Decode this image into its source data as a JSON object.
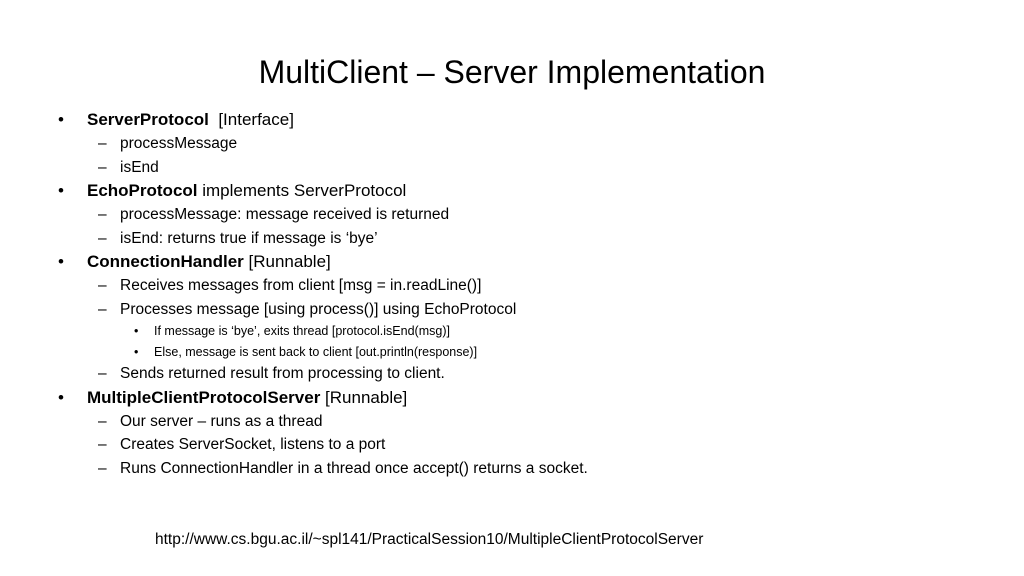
{
  "title": "MultiClient – Server Implementation",
  "glyphs": {
    "bullet": "•",
    "dash": "–"
  },
  "items": [
    {
      "bold": "ServerProtocol",
      "rest": "  [Interface]"
    },
    {
      "text": "processMessage"
    },
    {
      "text": "isEnd"
    },
    {
      "bold": "EchoProtocol",
      "rest": " implements ServerProtocol"
    },
    {
      "text": "processMessage: message received is returned"
    },
    {
      "text": "isEnd: returns true if message is ‘bye’"
    },
    {
      "bold": "ConnectionHandler",
      "rest": " [Runnable]"
    },
    {
      "text": "Receives messages from client [msg = in.readLine()]"
    },
    {
      "text": "Processes message [using process()] using EchoProtocol"
    },
    {
      "text": "If message is ‘bye’, exits thread [protocol.isEnd(msg)]"
    },
    {
      "text": "Else, message is sent back to client [out.println(response)]"
    },
    {
      "text": "Sends returned result from processing to client."
    },
    {
      "bold": "MultipleClientProtocolServer",
      "rest": " [Runnable]"
    },
    {
      "text": "Our server – runs as a thread"
    },
    {
      "text": "Creates ServerSocket, listens to a port"
    },
    {
      "text": "Runs ConnectionHandler in a thread once accept() returns a socket."
    }
  ],
  "footer": "http://www.cs.bgu.ac.il/~spl141/PracticalSession10/MultipleClientProtocolServer"
}
